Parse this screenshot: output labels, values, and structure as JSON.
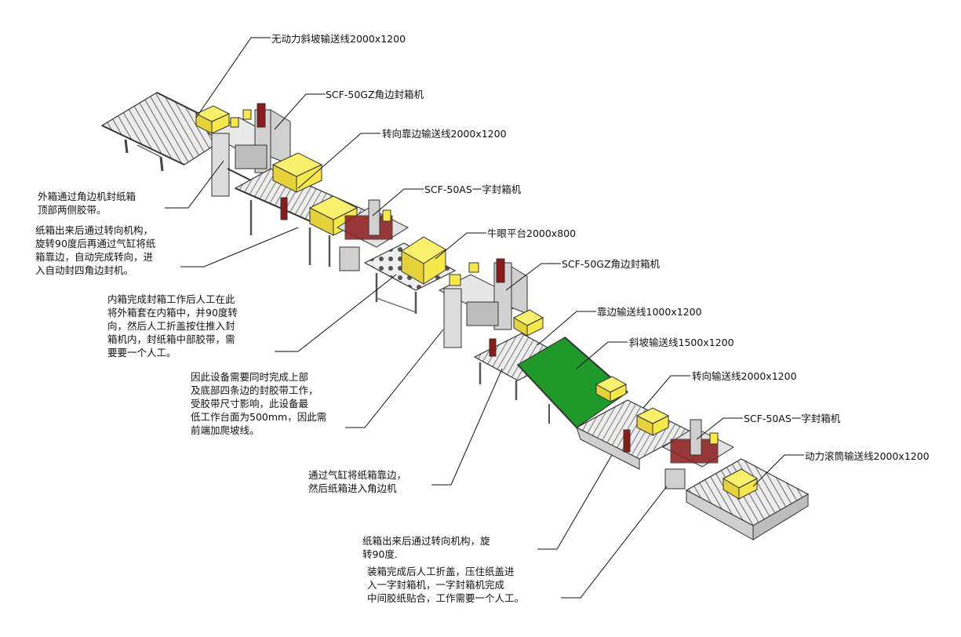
{
  "labels": {
    "l1": "无动力斜坡输送线2000x1200",
    "l2": "SCF-50GZ角边封箱机",
    "l3": "转向靠边输送线2000x1200",
    "l4": "SCF-50AS一字封箱机",
    "l5": "牛眼平台2000x800",
    "l6": "SCF-50GZ角边封箱机",
    "l7": "靠边输送线1000x1200",
    "l8": "斜坡输送线1500x1200",
    "l9": "转向输送线2000x1200",
    "l10": "SCF-50AS一字封箱机",
    "l11": "动力滚筒输送线2000x1200"
  },
  "notes": {
    "n1": [
      "外箱通过角边机封纸箱",
      "顶部两侧胶带。"
    ],
    "n2": [
      "纸箱出来后通过转向机构，",
      "旋转90度后再通过气缸将纸",
      "箱靠边，自动完成转向，进",
      "入自动封四角边封机。"
    ],
    "n3": [
      "内箱完成封箱工作后人工在此",
      "将外箱套在内箱中，并90度转",
      "向，然后人工折盖按住推入封",
      "箱机内，封纸箱中部胶带，需",
      "要要一个人工。"
    ],
    "n4": [
      "因此设备需要同时完成上部",
      "及底部四条边的封胶带工作，",
      "受胶带尺寸影响，此设备最",
      "低工作台面为500mm，因此需",
      "前端加爬坡线。"
    ],
    "n5": [
      "通过气缸将纸箱靠边，",
      "然后纸箱进入角边机"
    ],
    "n6": [
      "纸箱出来后通过转向机构，旋",
      "转90度."
    ],
    "n7": [
      "装箱完成后人工折盖，压住纸盖进",
      "入一字封箱机，一字封箱机完成",
      "中间胶纸贴合，工作需要一个人工。"
    ]
  },
  "colors": {
    "box": "#f4e84a",
    "green_ramp": "#1f9a2a",
    "frame": "#d9d9d9",
    "accent_red": "#8b1a1a"
  }
}
